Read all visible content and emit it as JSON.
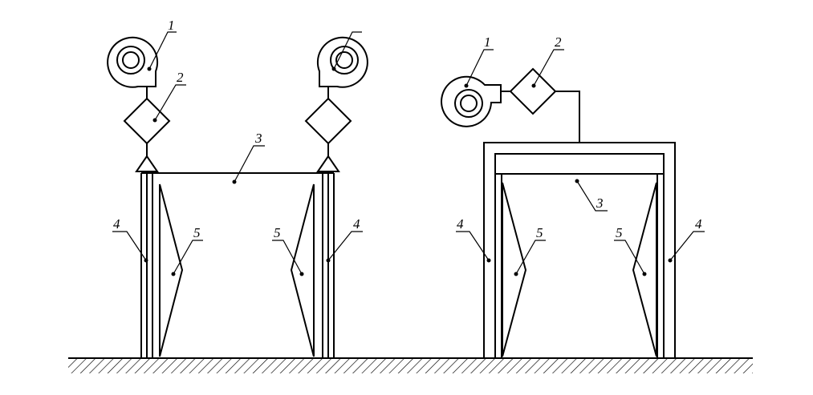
{
  "diagram": {
    "labels": {
      "fan": "1",
      "filter": "2",
      "duct": "3",
      "column": "4",
      "nozzle": "5"
    },
    "colors": {
      "stroke": "#000000",
      "background": "#ffffff"
    }
  }
}
